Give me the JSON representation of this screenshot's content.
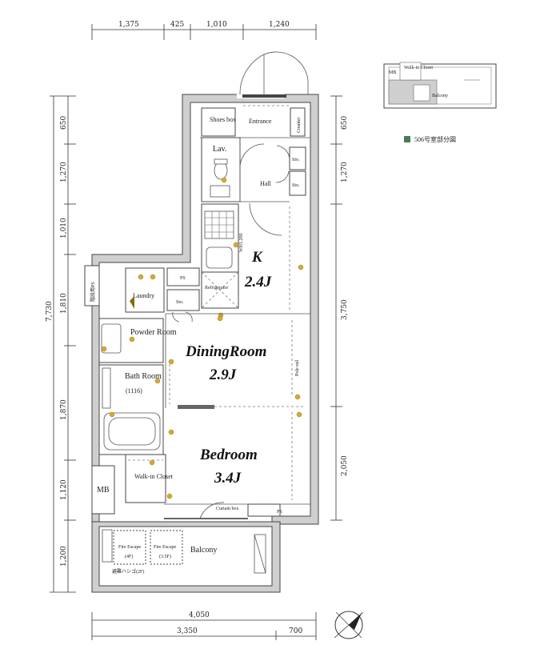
{
  "dims_top": [
    "1,375",
    "425",
    "1,010",
    "1,240"
  ],
  "dims_left": [
    "650",
    "1,270",
    "1,010",
    "1,810",
    "7,730",
    "1,870",
    "1,120",
    "1,200"
  ],
  "dims_right": [
    "650",
    "1,270",
    "3,750",
    "2,050"
  ],
  "dims_bottom": [
    "4,050",
    "3,350",
    "700"
  ],
  "rooms": {
    "shoes_box": "Shoes box",
    "entrance": "Entrance",
    "counter": "Counter",
    "lav": "Lav.",
    "hall": "Hall",
    "sto1": "Sto.",
    "sto2": "Sto.",
    "sto3": "Sto.",
    "kitchen": "K",
    "kitchen_size": "2.4J",
    "ps1": "PS",
    "ps2": "PS",
    "refrigerator": "Refrigerator",
    "laundry": "Laundry",
    "powder": "Powder Room",
    "bath": "Bath Room",
    "bath_size": "(1116)",
    "dining": "DiningRoom",
    "dining_size": "2.9J",
    "bedroom": "Bedroom",
    "bedroom_size": "3.4J",
    "walkin": "Walk-in Closet",
    "mb": "MB",
    "balcony": "Balcony",
    "fire1": "Fire Escape",
    "fire1_note": "(4F)",
    "fire2": "Fire Escape",
    "fire2_note": "(3.5F)",
    "curtain_box": "Curtain box",
    "pole_rail": "Pole rail",
    "wh": "WH1.200",
    "tansu": "階段用PS",
    "ladder": "避難ハシゴ(2F)"
  },
  "key_plan": {
    "legend": "506号室部分図",
    "mb": "MB",
    "closet": "Walk-in Closet",
    "balcony": "Balcony"
  },
  "colors": {
    "wall": "#cfcfcf",
    "legend_swatch": "#4a7a5a",
    "fixture_mark": "#d4aa30"
  }
}
